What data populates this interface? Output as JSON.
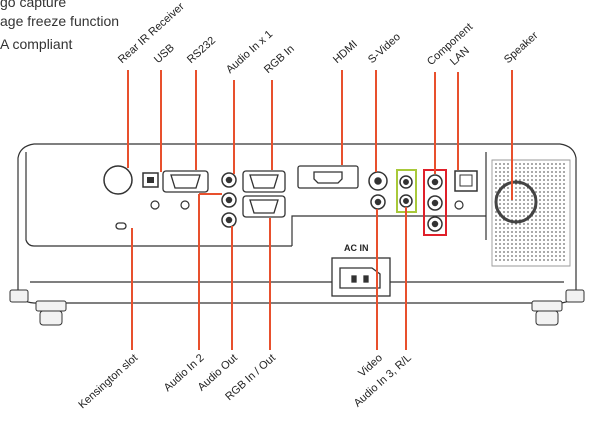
{
  "features": [
    "go capture",
    "age freeze function",
    "A compliant"
  ],
  "top_labels": {
    "rear_ir": "Rear IR Receiver",
    "usb": "USB",
    "rs232": "RS232",
    "audio_in_x1": "Audio In x 1",
    "rgb_in": "RGB In",
    "hdmi": "HDMI",
    "s_video": "S-Video",
    "component": "Component",
    "lan": "LAN",
    "speaker": "Speaker"
  },
  "bottom_labels": {
    "kensington": "Kensington slot",
    "audio_in_2": "Audio In 2",
    "audio_out": "Audio Out",
    "rgb_in_out": "RGB In / Out",
    "video": "Video",
    "audio_in_3": "Audio In 3, R/L"
  },
  "panel_text": {
    "ac_in": "AC  IN"
  },
  "colors": {
    "leader": "#e8502d",
    "highlight_green": "#a8c93a",
    "highlight_red": "#e0202a"
  }
}
